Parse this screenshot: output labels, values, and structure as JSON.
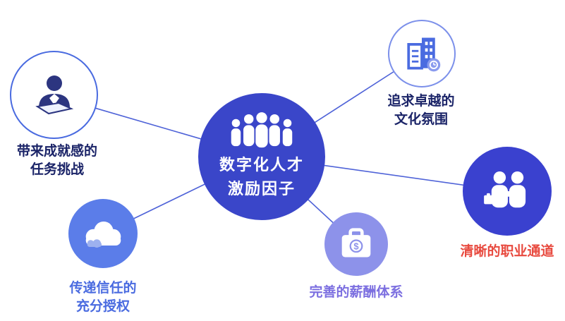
{
  "center": {
    "line1": "数字化人才",
    "line2": "激励因子"
  },
  "nodes": {
    "task_challenge": {
      "line1": "带来成就感的",
      "line2": "任务挑战"
    },
    "culture": {
      "line1": "追求卓越的",
      "line2": "文化氛围"
    },
    "career": {
      "label": "清晰的职业通道"
    },
    "trust": {
      "line1": "传递信任的",
      "line2": "充分授权"
    },
    "salary": {
      "label": "完善的薪酬体系"
    }
  },
  "icons": {
    "center": "people-group-icon",
    "task_challenge": "businessperson-laptop-icon",
    "culture": "office-building-clock-icon",
    "career": "handshake-people-icon",
    "trust": "cloud-icon",
    "salary": "briefcase-dollar-icon"
  },
  "colors": {
    "center_fill": "#3a46c9",
    "career_fill": "#3a41cf",
    "trust_fill": "#5b7de9",
    "salary_fill": "#8d92ea",
    "connector": "#4f63d8",
    "ring_blue": "#4a6be0",
    "ring_light": "#7c90ea",
    "navy_text": "#1b2468",
    "career_text": "#e84a3f",
    "trust_text": "#4a6be0",
    "salary_text": "#7c6fe0",
    "icon_navy": "#2c3580",
    "icon_blue": "#4a6be0",
    "badge_blue": "#8a9bee"
  }
}
